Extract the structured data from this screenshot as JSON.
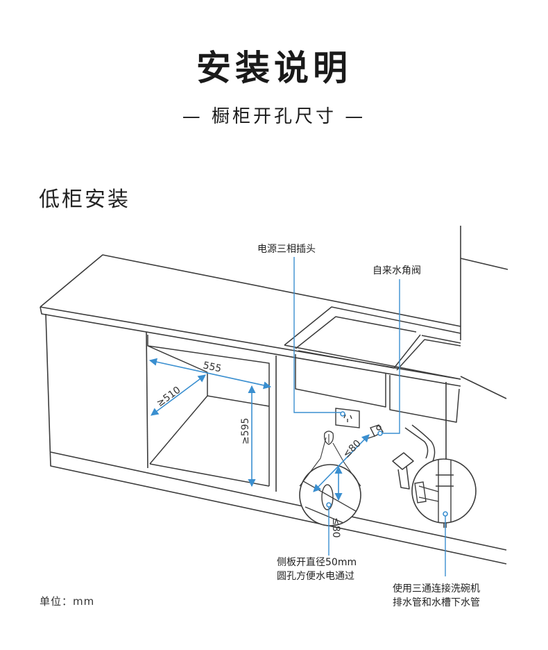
{
  "header": {
    "title": "安装说明",
    "subtitle": "— 橱柜开孔尺寸 —"
  },
  "section": {
    "title": "低柜安装"
  },
  "callouts": {
    "socket": "电源三相插头",
    "valve": "自来水角阀",
    "hole_line1": "侧板开直径50mm",
    "hole_line2": "圆孔方便水电通过",
    "tee_line1": "使用三通连接洗碗机",
    "tee_line2": "排水管和水槽下水管"
  },
  "dimensions": {
    "width": "555",
    "depth": "≥510",
    "height": "≥595",
    "hole_from_edge": "≤80",
    "hole_from_bottom": "≤80"
  },
  "footer": {
    "unit": "单位：mm"
  },
  "colors": {
    "accent": "#3a8fd0",
    "line": "#3b3b3b"
  }
}
